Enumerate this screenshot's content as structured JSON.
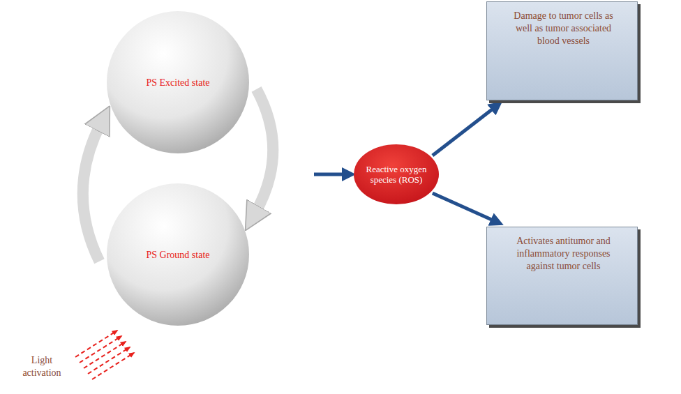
{
  "diagram": {
    "nodes": [
      {
        "text": [
          "PS Excited state"
        ]
      },
      {
        "text": [
          "PS Ground state"
        ]
      },
      {
        "text": [
          "Reactive oxygen species (ROS)"
        ]
      },
      {
        "text": [
          "Damage to tumor cells as well as tumor associated blood vessels"
        ]
      },
      {
        "text": [
          "Activates antitumor and inflammatory responses against tumor cells"
        ]
      }
    ],
    "edges": [
      {
        "from": 0,
        "to": 1,
        "arrow": "to"
      },
      {
        "from": 1,
        "to": 0,
        "arrow": "to"
      },
      {
        "from": 0,
        "to": 2,
        "arrow": "to"
      },
      {
        "from": 2,
        "to": 3,
        "arrow": "to"
      },
      {
        "from": 2,
        "to": 4,
        "arrow": "to"
      }
    ],
    "labels": [
      "Light activation"
    ]
  }
}
